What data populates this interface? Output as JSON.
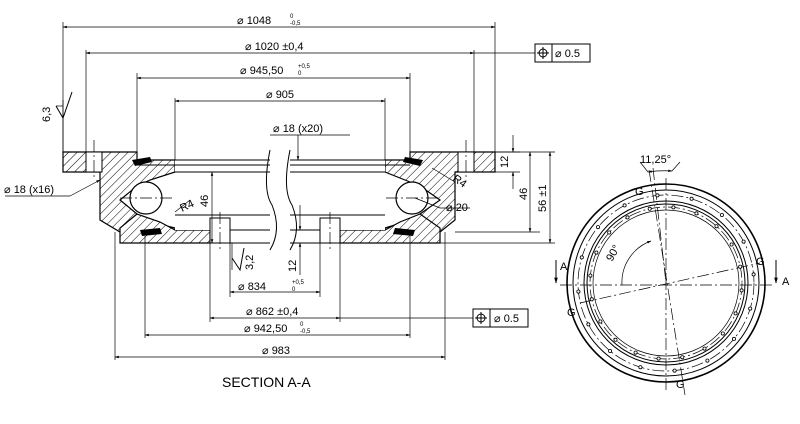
{
  "dimensions": {
    "d1048": "1048",
    "d1048_tol_upper": "0",
    "d1048_tol_lower": "-0,5",
    "d1020": "1020 ±0,4",
    "d945": "945,50",
    "d945_tol_upper": "+0,5",
    "d945_tol_lower": "0",
    "d905": "905",
    "d834": "834",
    "d834_tol_upper": "+0,5",
    "d834_tol_lower": "0",
    "d862": "862 ±0,4",
    "d942": "942,50",
    "d942_tol_upper": "0",
    "d942_tol_lower": "-0,5",
    "d983": "983",
    "holes_top": "18 (x20)",
    "holes_left": "18 (x16)",
    "ball": "20",
    "h12_right": "12",
    "h46_right": "46",
    "h56": "56 ±1",
    "h46_left": "46",
    "h12_bottom": "12",
    "radius_right": "R4",
    "radius_left": "R4",
    "rough_top": "6,3",
    "rough_bottom": "3,2",
    "angle_pitch": "11,25°",
    "angle_90": "90°"
  },
  "tolerance_frames": [
    {
      "value": "0.5"
    },
    {
      "value": "0.5"
    }
  ],
  "labels": {
    "section_title": "SECTION A-A",
    "section_mark": "A",
    "g_mark": "G"
  }
}
